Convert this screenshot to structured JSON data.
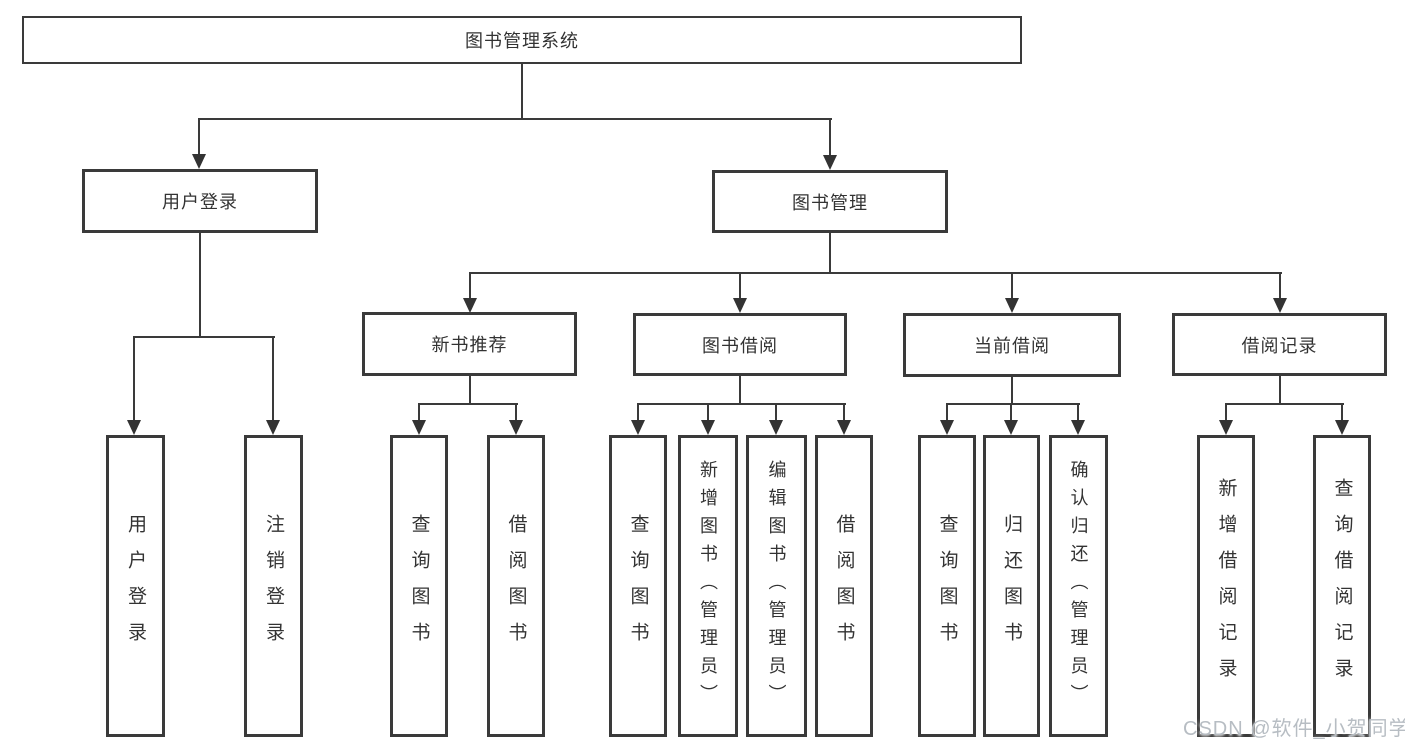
{
  "diagram": {
    "root": {
      "label": "图书管理系统",
      "children": [
        {
          "label": "用户登录",
          "children": [
            {
              "label": "用户登录"
            },
            {
              "label": "注销登录"
            }
          ]
        },
        {
          "label": "图书管理",
          "children": [
            {
              "label": "新书推荐",
              "children": [
                {
                  "label": "查询图书"
                },
                {
                  "label": "借阅图书"
                }
              ]
            },
            {
              "label": "图书借阅",
              "children": [
                {
                  "label": "查询图书"
                },
                {
                  "label": "新增图书（管理员）"
                },
                {
                  "label": "编辑图书（管理员）"
                },
                {
                  "label": "借阅图书"
                }
              ]
            },
            {
              "label": "当前借阅",
              "children": [
                {
                  "label": "查询图书"
                },
                {
                  "label": "归还图书"
                },
                {
                  "label": "确认归还（管理员）"
                }
              ]
            },
            {
              "label": "借阅记录",
              "children": [
                {
                  "label": "新增借阅记录"
                },
                {
                  "label": "查询借阅记录"
                }
              ]
            }
          ]
        }
      ]
    }
  },
  "watermark": {
    "text": "CSDN @软件_小贺同学"
  },
  "colors": {
    "line": "#3a3a3a",
    "text": "#333333",
    "watermark": "#b7bdc3",
    "background": "#ffffff"
  }
}
